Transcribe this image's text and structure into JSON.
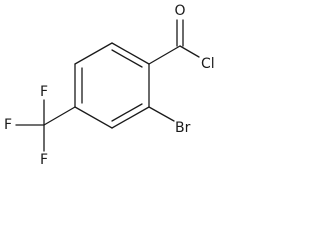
{
  "molecule": {
    "atoms": {
      "oxygen": "O",
      "chlorine": "Cl",
      "bromine": "Br",
      "fluorine_top": "F",
      "fluorine_left": "F",
      "fluorine_bottom": "F"
    }
  }
}
